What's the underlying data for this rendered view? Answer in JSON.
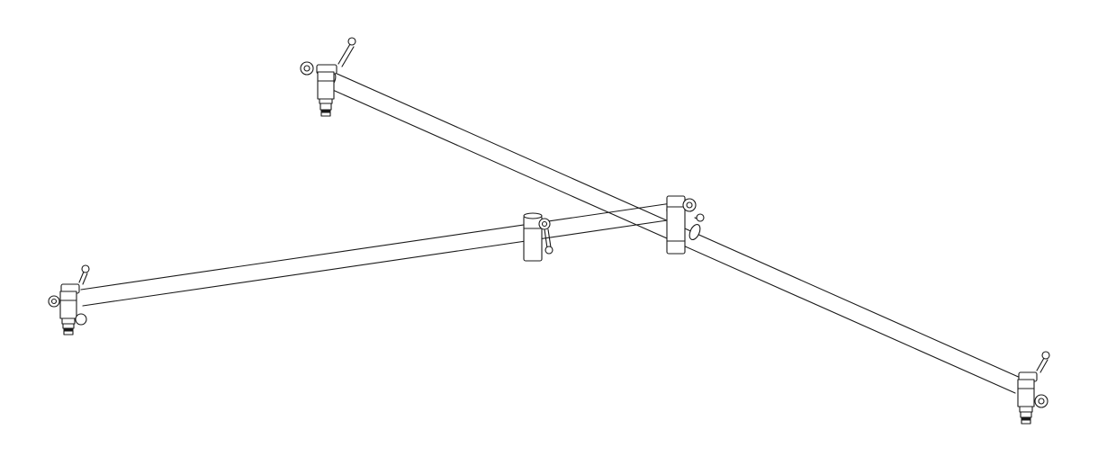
{
  "drawing": {
    "background": "#ffffff",
    "line_color": "#1a1a1a",
    "parts": [
      {
        "id": "tube-long-diagonal",
        "kind": "tube"
      },
      {
        "id": "tube-cross-bar",
        "kind": "tube"
      },
      {
        "id": "clamp-top-left",
        "kind": "end-clamp-with-lever"
      },
      {
        "id": "clamp-left",
        "kind": "end-clamp-with-lever"
      },
      {
        "id": "clamp-bottom-right",
        "kind": "end-clamp-with-lever"
      },
      {
        "id": "clamp-center-cross",
        "kind": "cross-clamp-with-lever"
      },
      {
        "id": "clamp-middle",
        "kind": "mid-clamp-with-lever"
      }
    ]
  }
}
